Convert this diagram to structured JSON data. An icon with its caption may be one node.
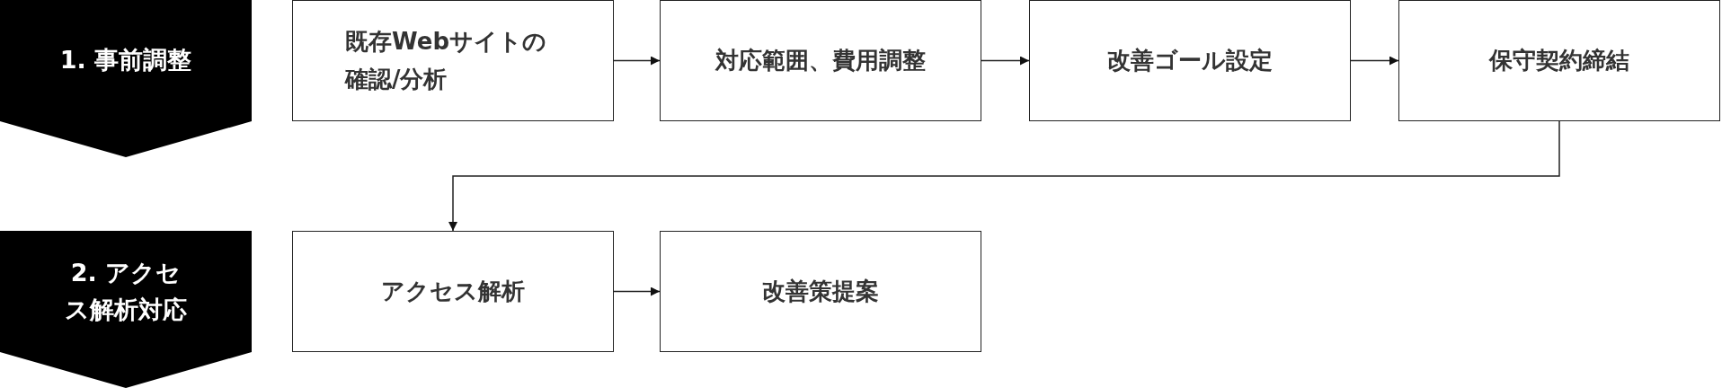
{
  "diagram": {
    "nodes": [
      {
        "text": [
          "1. 事前調整"
        ]
      },
      {
        "text": [
          "既存Webサイトの確認/分析"
        ]
      },
      {
        "text": [
          "対応範囲、費用調整"
        ]
      },
      {
        "text": [
          "改善ゴール設定"
        ]
      },
      {
        "text": [
          "保守契約締結"
        ]
      },
      {
        "text": [
          "2. アクセス解析対応"
        ]
      },
      {
        "text": [
          "アクセス解析"
        ]
      },
      {
        "text": [
          "改善策提案"
        ]
      }
    ],
    "edges": [
      {
        "from": 1,
        "to": 2,
        "arrow": "to"
      },
      {
        "from": 2,
        "to": 3,
        "arrow": "to"
      },
      {
        "from": 3,
        "to": 4,
        "arrow": "to"
      },
      {
        "from": 4,
        "to": 6,
        "arrow": "to"
      },
      {
        "from": 6,
        "to": 7,
        "arrow": "to"
      }
    ]
  }
}
